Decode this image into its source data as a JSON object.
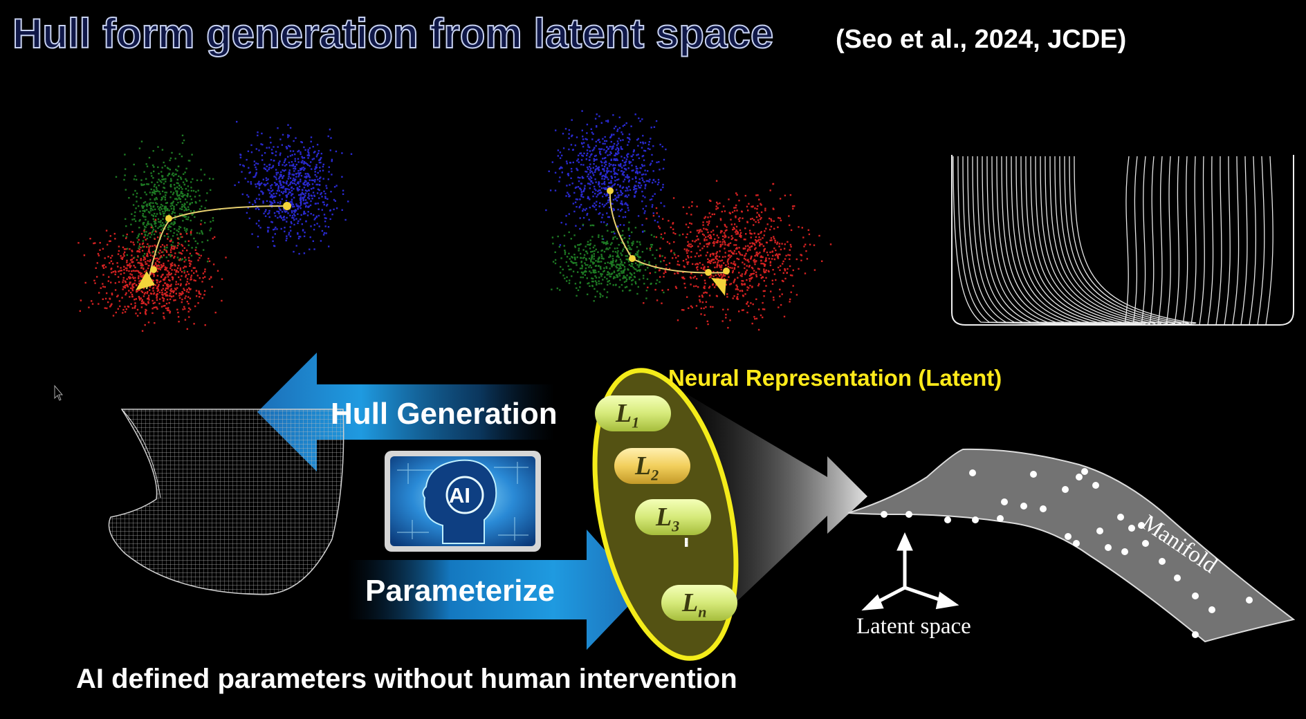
{
  "header": {
    "title": "Hull form generation from latent space",
    "citation": "(Seo et al., 2024, JCDE)"
  },
  "arrows": {
    "hull_generation": "Hull Generation",
    "parameterize": "Parameterize"
  },
  "ai_badge": "AI",
  "latent_block": {
    "title": "Neural Representation (Latent)",
    "items": [
      {
        "symbol": "L",
        "index": "1"
      },
      {
        "symbol": "L",
        "index": "2"
      },
      {
        "symbol": "L",
        "index": "3"
      },
      {
        "symbol": "L",
        "index": "n"
      }
    ],
    "ellipsis": "..."
  },
  "manifold": {
    "label": "Manifold",
    "axes_label": "Latent space"
  },
  "caption": "AI defined parameters without human intervention",
  "colors": {
    "background": "#000000",
    "accent_yellow": "#ffea1a",
    "arrow_blue": "#1b8fd6",
    "cluster_red": "#d42222",
    "cluster_green": "#1e7a24",
    "cluster_blue": "#2a2ad0"
  }
}
